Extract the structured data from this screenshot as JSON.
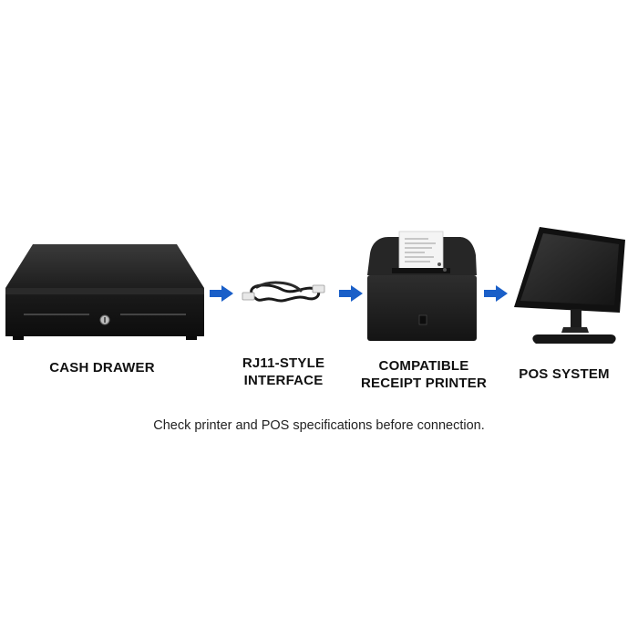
{
  "colors": {
    "arrow": "#1a5fc8",
    "device_black": "#1c1c1c",
    "text": "#111111"
  },
  "steps": [
    {
      "label_line1": "CASH DRAWER",
      "label_line2": ""
    },
    {
      "label_line1": "RJ11-STYLE",
      "label_line2": "INTERFACE"
    },
    {
      "label_line1": "COMPATIBLE",
      "label_line2": "RECEIPT PRINTER"
    },
    {
      "label_line1": "POS SYSTEM",
      "label_line2": ""
    }
  ],
  "icons": [
    "cash-drawer-icon",
    "rj11-cable-icon",
    "receipt-printer-icon",
    "pos-terminal-icon",
    "arrow-right-icon"
  ],
  "note": "Check printer and POS specifications before connection."
}
